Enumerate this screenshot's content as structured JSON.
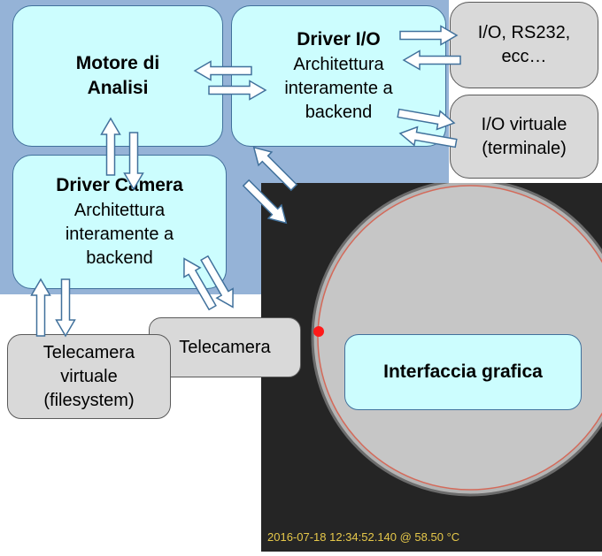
{
  "motore": {
    "title": "Motore di",
    "title2": "Analisi"
  },
  "driver_io": {
    "title": "Driver I/O",
    "line1": "Architettura",
    "line2": "interamente a",
    "line3": "backend"
  },
  "driver_camera": {
    "title": "Driver Camera",
    "line1": "Architettura",
    "line2": "interamente a",
    "line3": "backend"
  },
  "io_rs232": {
    "line1": "I/O, RS232,",
    "line2": "ecc…"
  },
  "io_virtuale": {
    "line1": "I/O virtuale",
    "line2": "(terminale)"
  },
  "telecamera": {
    "label": "Telecamera"
  },
  "telecamera_virtuale": {
    "line1": "Telecamera",
    "line2": "virtuale",
    "line3": "(filesystem)"
  },
  "gui": {
    "label": "Interfaccia grafica",
    "timestamp": "2016-07-18 12:34:52.140  @ 58.50 °C"
  }
}
